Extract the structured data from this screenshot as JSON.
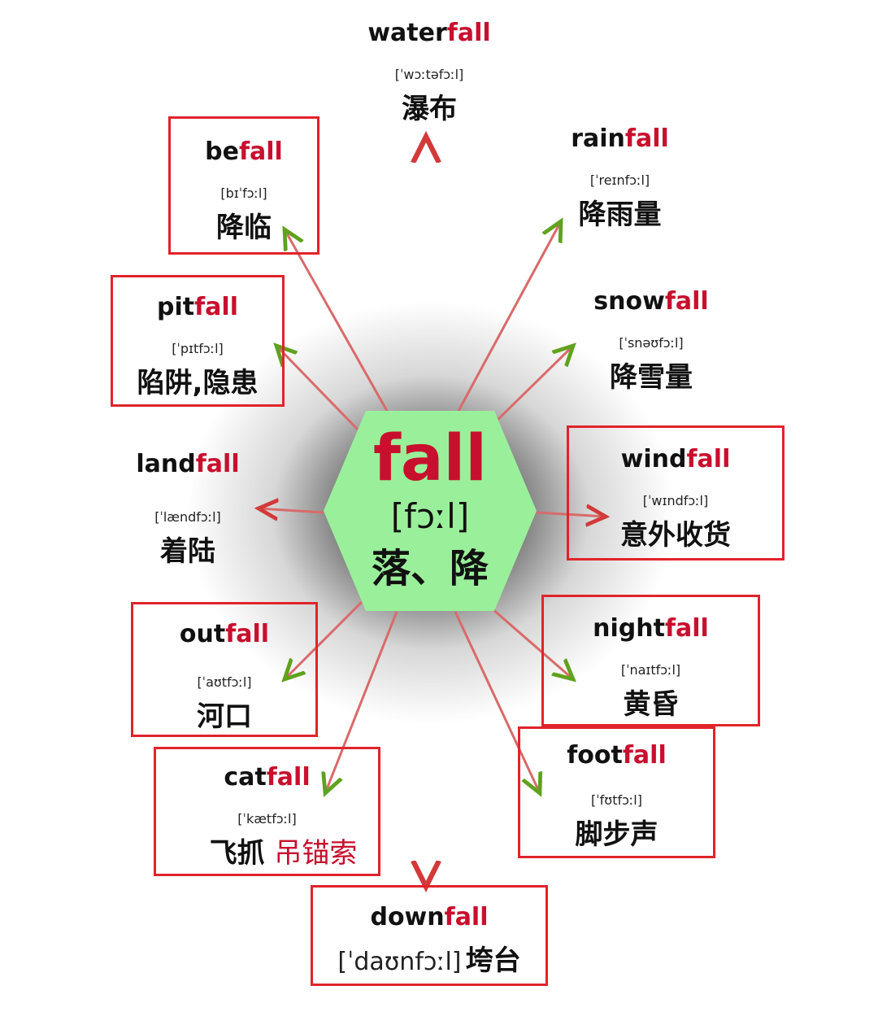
{
  "colors": {
    "root_accent": "#c8102e",
    "box_border": "#e0242b",
    "hub_fill": "#9af09a",
    "arrow_red": "#d23a3a",
    "arrow_green": "#5fa21e"
  },
  "hub": {
    "word": "fall",
    "ipa": "[fɔːl]",
    "meaning": "落、降"
  },
  "words": {
    "waterfall": {
      "prefix": "water",
      "root": "fall",
      "ipa": "[ˈwɔːtəfɔːl]",
      "meaning": "瀑布"
    },
    "rainfall": {
      "prefix": "rain",
      "root": "fall",
      "ipa": "[ˈreɪnfɔːl]",
      "meaning": "降雨量"
    },
    "befall": {
      "prefix": "be",
      "root": "fall",
      "ipa": "[bɪˈfɔːl]",
      "meaning": "降临"
    },
    "pitfall": {
      "prefix": "pit",
      "root": "fall",
      "ipa": "[ˈpɪtfɔːl]",
      "meaning": "陷阱,隐患"
    },
    "snowfall": {
      "prefix": "snow",
      "root": "fall",
      "ipa": "[ˈsnəʊfɔːl]",
      "meaning": "降雪量"
    },
    "landfall": {
      "prefix": "land",
      "root": "fall",
      "ipa": "[ˈlændfɔːl]",
      "meaning": "着陆"
    },
    "windfall": {
      "prefix": "wind",
      "root": "fall",
      "ipa": "[ˈwɪndfɔːl]",
      "meaning": "意外收货"
    },
    "outfall": {
      "prefix": "out",
      "root": "fall",
      "ipa": "[ˈaʊtfɔːl]",
      "meaning": "河口"
    },
    "nightfall": {
      "prefix": "night",
      "root": "fall",
      "ipa": "[ˈnaɪtfɔːl]",
      "meaning": "黄昏"
    },
    "catfall": {
      "prefix": "cat",
      "root": "fall",
      "ipa": "[ˈkætfɔːl]",
      "meaning": "飞抓",
      "meaning_extra": "吊锚索"
    },
    "footfall": {
      "prefix": "foot",
      "root": "fall",
      "ipa": "[ˈfʊtfɔːl]",
      "meaning": "脚步声"
    },
    "downfall": {
      "prefix": "down",
      "root": "fall",
      "ipa": "[ˈdaʊnfɔːl]",
      "meaning": "垮台"
    }
  }
}
